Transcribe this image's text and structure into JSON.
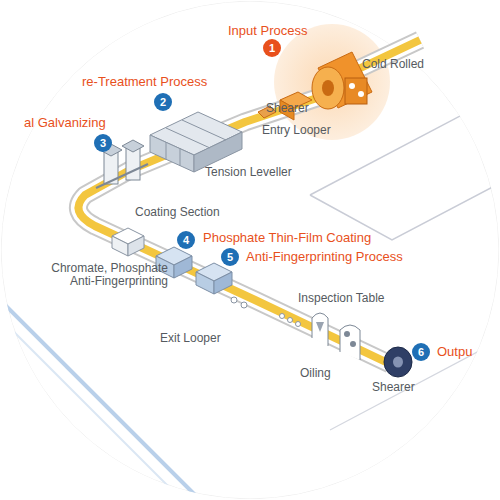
{
  "diagram": {
    "nodes": [
      {
        "text": [
          "1"
        ]
      },
      {
        "text": [
          "2"
        ]
      },
      {
        "text": [
          "3"
        ]
      },
      {
        "text": [
          "4"
        ]
      },
      {
        "text": [
          "5"
        ]
      },
      {
        "text": [
          "6"
        ]
      }
    ],
    "labels": [
      "Input Process",
      "Cold Rolled",
      "Shearer",
      "Entry Looper",
      "re-Treatment Process",
      "al Galvanizing",
      "Tension Leveller",
      "Coating Section",
      "Phosphate Thin-Film Coating",
      "Anti-Fingerprinting Process",
      "Chromate, Phosphate Anti-Fingerprinting",
      "Exit Looper",
      "Inspection Table",
      "Oiling",
      "Shearer",
      "Outpu"
    ]
  }
}
